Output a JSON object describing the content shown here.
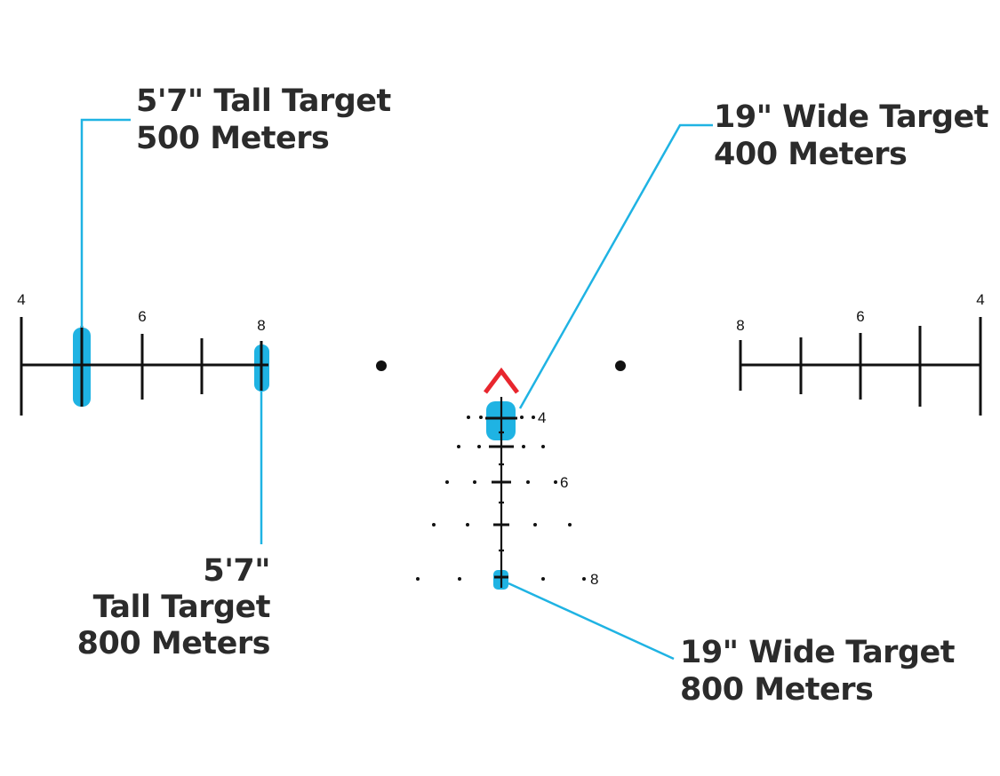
{
  "colors": {
    "target_fill": "#1fb3e3",
    "leader_line": "#1fb3e3",
    "reticle": "#111111",
    "chevron": "#e8262e",
    "text": "#2b2b2b"
  },
  "callouts": {
    "tall_500": {
      "line1": "5'7\" Tall Target",
      "line2": "500 Meters"
    },
    "tall_800": {
      "line1": "5'7\"",
      "line2": "Tall Target",
      "line3": "800 Meters"
    },
    "wide_400": {
      "line1": "19\" Wide Target",
      "line2": "400 Meters"
    },
    "wide_800": {
      "line1": "19\" Wide Target",
      "line2": "800 Meters"
    }
  },
  "left_scale": {
    "label_4": "4",
    "label_6": "6",
    "label_8": "8"
  },
  "right_scale": {
    "label_8": "8",
    "label_6": "6",
    "label_4": "4"
  },
  "center_scale": {
    "label_4": "4",
    "label_6": "6",
    "label_8": "8"
  },
  "icons": {
    "chevron": "red-chevron-aiming-point",
    "dot": "center-dot"
  }
}
